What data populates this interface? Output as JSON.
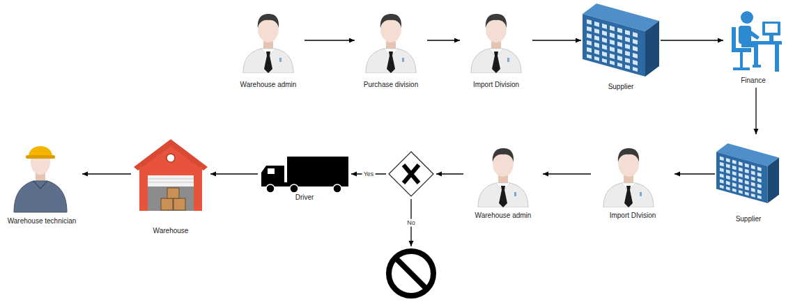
{
  "diagram": {
    "nodes": [
      {
        "text": [
          "Warehouse admin"
        ]
      },
      {
        "text": [
          "Purchase division"
        ]
      },
      {
        "text": [
          "Import Division"
        ]
      },
      {
        "text": [
          "Supplier"
        ]
      },
      {
        "text": [
          "Finance"
        ]
      },
      {
        "text": [
          "Supplier"
        ]
      },
      {
        "text": [
          "Import DIvision"
        ]
      },
      {
        "text": [
          "Warehouse admin"
        ]
      },
      {
        "text": []
      },
      {
        "text": [
          "Driver"
        ]
      },
      {
        "text": [
          "Warehouse"
        ]
      },
      {
        "text": [
          "Warehouse technician"
        ]
      },
      {
        "text": []
      }
    ],
    "edges": [
      {
        "from": 0,
        "to": 1,
        "arrow": "to"
      },
      {
        "from": 1,
        "to": 2,
        "arrow": "to"
      },
      {
        "from": 2,
        "to": 3,
        "arrow": "to"
      },
      {
        "from": 3,
        "to": 4,
        "arrow": "to"
      },
      {
        "from": 4,
        "to": 5,
        "arrow": "to"
      },
      {
        "from": 5,
        "to": 6,
        "arrow": "to"
      },
      {
        "from": 6,
        "to": 7,
        "arrow": "to"
      },
      {
        "from": 7,
        "to": 8,
        "arrow": "to"
      },
      {
        "from": 8,
        "to": 9,
        "label": "Yes",
        "arrow": "to"
      },
      {
        "from": 9,
        "to": 10,
        "arrow": "to"
      },
      {
        "from": 10,
        "to": 11,
        "arrow": "to"
      },
      {
        "from": 8,
        "to": 12,
        "label": "No",
        "arrow": "to"
      }
    ]
  }
}
